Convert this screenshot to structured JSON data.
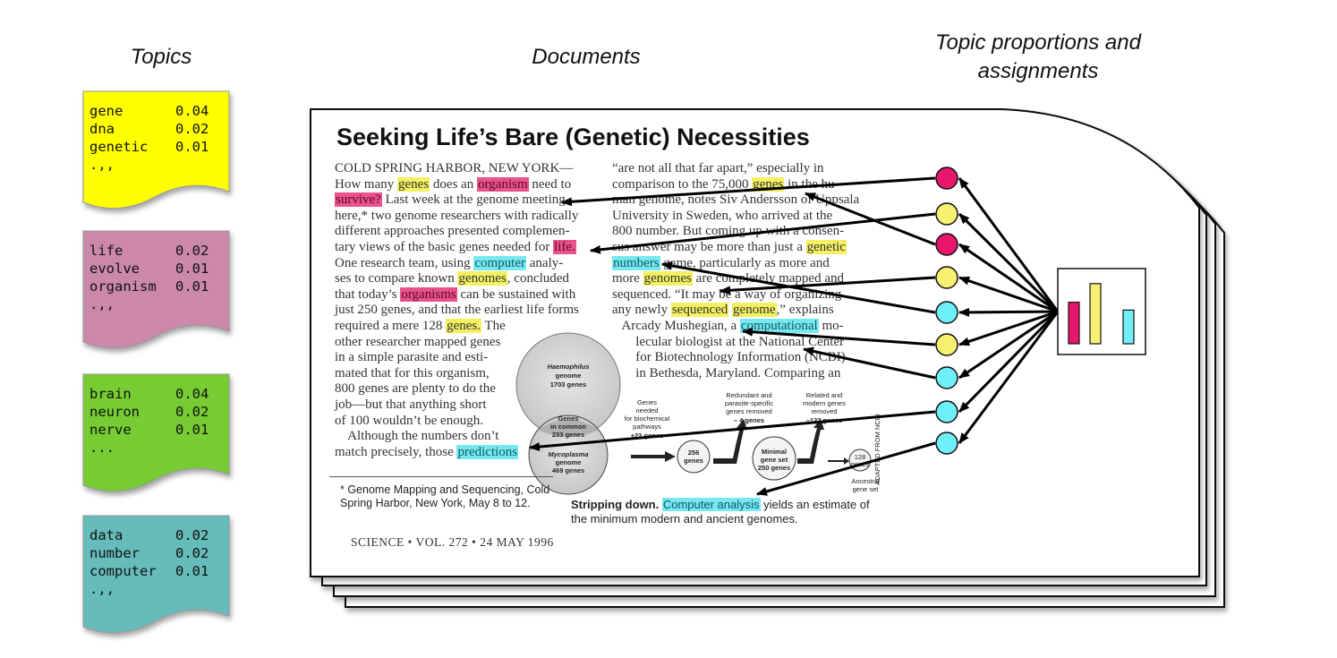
{
  "headings": {
    "topics": "Topics",
    "documents": "Documents",
    "proportions_line1": "Topic proportions and",
    "proportions_line2": "assignments"
  },
  "topics": [
    {
      "color": "#ffff00",
      "words": [
        {
          "w": "gene",
          "p": "0.04"
        },
        {
          "w": "dna",
          "p": "0.02"
        },
        {
          "w": "genetic",
          "p": "0.01"
        }
      ],
      "more": ".,,"
    },
    {
      "color": "#cc88aa",
      "words": [
        {
          "w": "life",
          "p": "0.02"
        },
        {
          "w": "evolve",
          "p": "0.01"
        },
        {
          "w": "organism",
          "p": "0.01"
        }
      ],
      "more": ".,,"
    },
    {
      "color": "#77cc33",
      "words": [
        {
          "w": "brain",
          "p": "0.04"
        },
        {
          "w": "neuron",
          "p": "0.02"
        },
        {
          "w": "nerve",
          "p": "0.01"
        }
      ],
      "more": "..."
    },
    {
      "color": "#66bbbb",
      "words": [
        {
          "w": "data",
          "p": "0.02"
        },
        {
          "w": "number",
          "p": "0.02"
        },
        {
          "w": "computer",
          "p": "0.01"
        }
      ],
      "more": ".,,"
    }
  ],
  "article": {
    "title": "Seeking Life’s Bare (Genetic) Necessities",
    "left_col": [
      [
        {
          "t": "COLD SPRING HARBOR, NEW YORK—",
          "c": "sc"
        }
      ],
      [
        {
          "t": "How many "
        },
        {
          "t": "genes",
          "h": "y"
        },
        {
          "t": " does an "
        },
        {
          "t": "organism",
          "h": "p"
        },
        {
          "t": " need to"
        }
      ],
      [
        {
          "t": "survive?",
          "h": "p"
        },
        {
          "t": " Last week at the genome meeting"
        }
      ],
      [
        {
          "t": "here,* two genome researchers with radically"
        }
      ],
      [
        {
          "t": "different approaches presented complemen-"
        }
      ],
      [
        {
          "t": "tary views of the basic genes needed for "
        },
        {
          "t": "life.",
          "h": "p"
        }
      ],
      [
        {
          "t": "One research team, using "
        },
        {
          "t": "computer",
          "h": "c"
        },
        {
          "t": " analy-"
        }
      ],
      [
        {
          "t": "ses to compare known "
        },
        {
          "t": "genomes",
          "h": "y"
        },
        {
          "t": ", concluded"
        }
      ],
      [
        {
          "t": "that today’s "
        },
        {
          "t": "organisms",
          "h": "p"
        },
        {
          "t": " can be sustained with"
        }
      ],
      [
        {
          "t": "just 250 genes, and that the earliest life forms"
        }
      ],
      [
        {
          "t": "required a mere 128 "
        },
        {
          "t": "genes.",
          "h": "y"
        },
        {
          "t": " The"
        }
      ],
      [
        {
          "t": "other researcher mapped genes"
        }
      ],
      [
        {
          "t": "in a simple parasite and esti-"
        }
      ],
      [
        {
          "t": "mated that for this organism,"
        }
      ],
      [
        {
          "t": "800 genes are plenty to do the"
        }
      ],
      [
        {
          "t": "job—but that anything short"
        }
      ],
      [
        {
          "t": "of 100 wouldn’t be enough."
        }
      ],
      [
        {
          "t": "    Although the numbers don’t"
        }
      ],
      [
        {
          "t": "match precisely, those "
        },
        {
          "t": "predictions",
          "h": "c"
        }
      ]
    ],
    "right_col": [
      [
        {
          "t": "“are not all that far apart,” especially in"
        }
      ],
      [
        {
          "t": "comparison to the 75,000 "
        },
        {
          "t": "genes",
          "h": "y"
        },
        {
          "t": " in the hu-"
        }
      ],
      [
        {
          "t": "man genome, notes Siv Andersson of Uppsala"
        }
      ],
      [
        {
          "t": "University in Sweden, who arrived at the"
        }
      ],
      [
        {
          "t": "800 number. But coming up with a consen-"
        }
      ],
      [
        {
          "t": "sus answer may be more than just a "
        },
        {
          "t": "genetic",
          "h": "y"
        }
      ],
      [
        {
          "t": "numbers",
          "h": "c"
        },
        {
          "t": " game, particularly as more and"
        }
      ],
      [
        {
          "t": "more "
        },
        {
          "t": "genomes",
          "h": "y"
        },
        {
          "t": " are completely mapped and"
        }
      ],
      [
        {
          "t": "sequenced. “It may be a way of organizing"
        }
      ],
      [
        {
          "t": "any newly "
        },
        {
          "t": "sequenced",
          "h": "y"
        },
        {
          "t": " "
        },
        {
          "t": "genome",
          "h": "y"
        },
        {
          "t": ",” explains"
        }
      ],
      [
        {
          "t": "   Arcady Mushegian, a "
        },
        {
          "t": "computational",
          "h": "c"
        },
        {
          "t": " mo-"
        }
      ],
      [
        {
          "t": "       lecular biologist at the National Center"
        }
      ],
      [
        {
          "t": "       for Biotechnology Information (NCBI)"
        }
      ],
      [
        {
          "t": "       in Bethesda, Maryland. Comparing an"
        }
      ]
    ],
    "footnote": "* Genome Mapping and Sequencing, Cold Spring Harbor, New York, May 8 to 12.",
    "citation": "SCIENCE • VOL. 272 • 24 MAY 1996",
    "caption_bold": "Stripping down.",
    "caption_highlight": "Computer analysis",
    "caption_rest": " yields an estimate of the minimum modern and ancient genomes.",
    "figure": {
      "haemophilus": "Haemophilus",
      "genome": "genome",
      "haemophilus_genes": "1703 genes",
      "common_1": "Genes",
      "common_2": "in common",
      "common_3": "233 genes",
      "mycoplasma": "Mycoplasma",
      "mycoplasma_genes": "469 genes",
      "needed_1": "Genes",
      "needed_2": "needed",
      "needed_3": "for biochemical",
      "needed_4": "pathways",
      "needed_5": "+22 genes",
      "redundant_1": "Redundant and",
      "redundant_2": "parasite-specific",
      "redundant_3": "genes removed",
      "redundant_4": "– 4 genes",
      "related_1": "Related and",
      "related_2": "modern genes",
      "related_3": "removed",
      "related_4": "–122 genes",
      "g256_1": "256",
      "g256_2": "genes",
      "minimal_1": "Minimal",
      "minimal_2": "gene set",
      "minimal_3": "250 genes",
      "g128_1": "128",
      "g128_2": "genes",
      "ancestral_1": "Ancestral",
      "ancestral_2": "gene set",
      "credit": "ADAPTED FROM NCBI"
    }
  },
  "colors": {
    "pink": "#e8156c",
    "yellow": "#f8f070",
    "cyan": "#6ff0f8",
    "border": "#111111"
  },
  "assignment_circles": [
    "pink",
    "yellow",
    "pink",
    "yellow",
    "cyan",
    "yellow",
    "cyan",
    "cyan",
    "cyan"
  ],
  "histogram": [
    {
      "topic": "pink",
      "value": 0.58
    },
    {
      "topic": "yellow",
      "value": 0.84
    },
    {
      "topic": "cyan",
      "value": 0.47
    }
  ]
}
